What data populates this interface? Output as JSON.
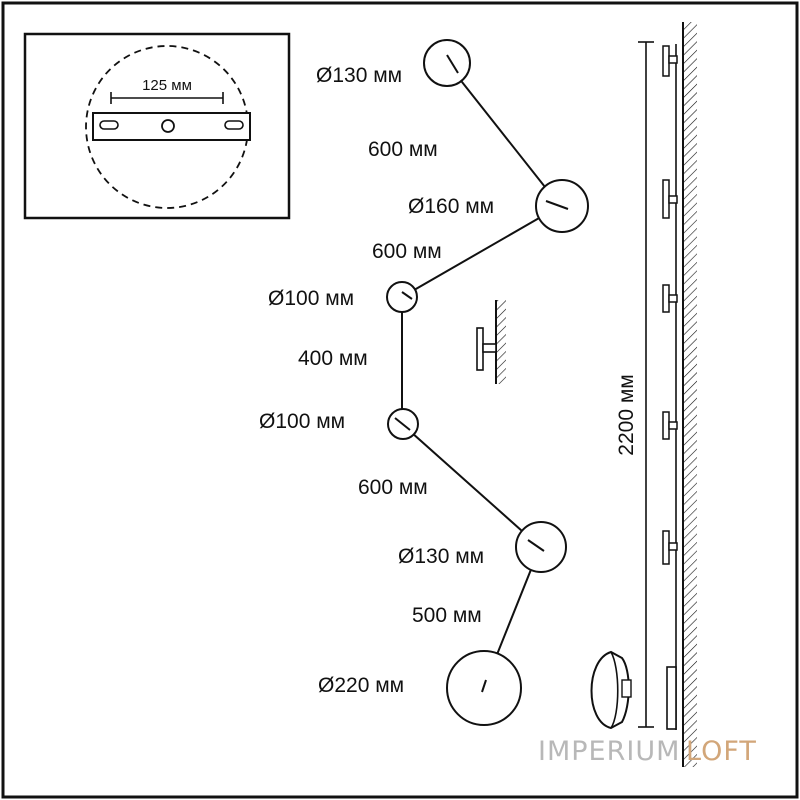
{
  "inset": {
    "width_label": "125 мм"
  },
  "diameters": {
    "top": "Ø130 мм",
    "d2": "Ø160 мм",
    "d3": "Ø100 мм",
    "d4": "Ø100 мм",
    "d5": "Ø130 мм",
    "bottom": "Ø220 мм"
  },
  "segments": {
    "s1": "600 мм",
    "s2": "600 мм",
    "s3": "400 мм",
    "s4": "600 мм",
    "s5": "500 мм"
  },
  "total_height": "2200 мм",
  "brand": {
    "left": "IMPERIUM",
    "right": "LOFT"
  },
  "colors": {
    "line": "#111111",
    "brand_gray": "#b8b8b8",
    "brand_accent": "#d2a679"
  }
}
